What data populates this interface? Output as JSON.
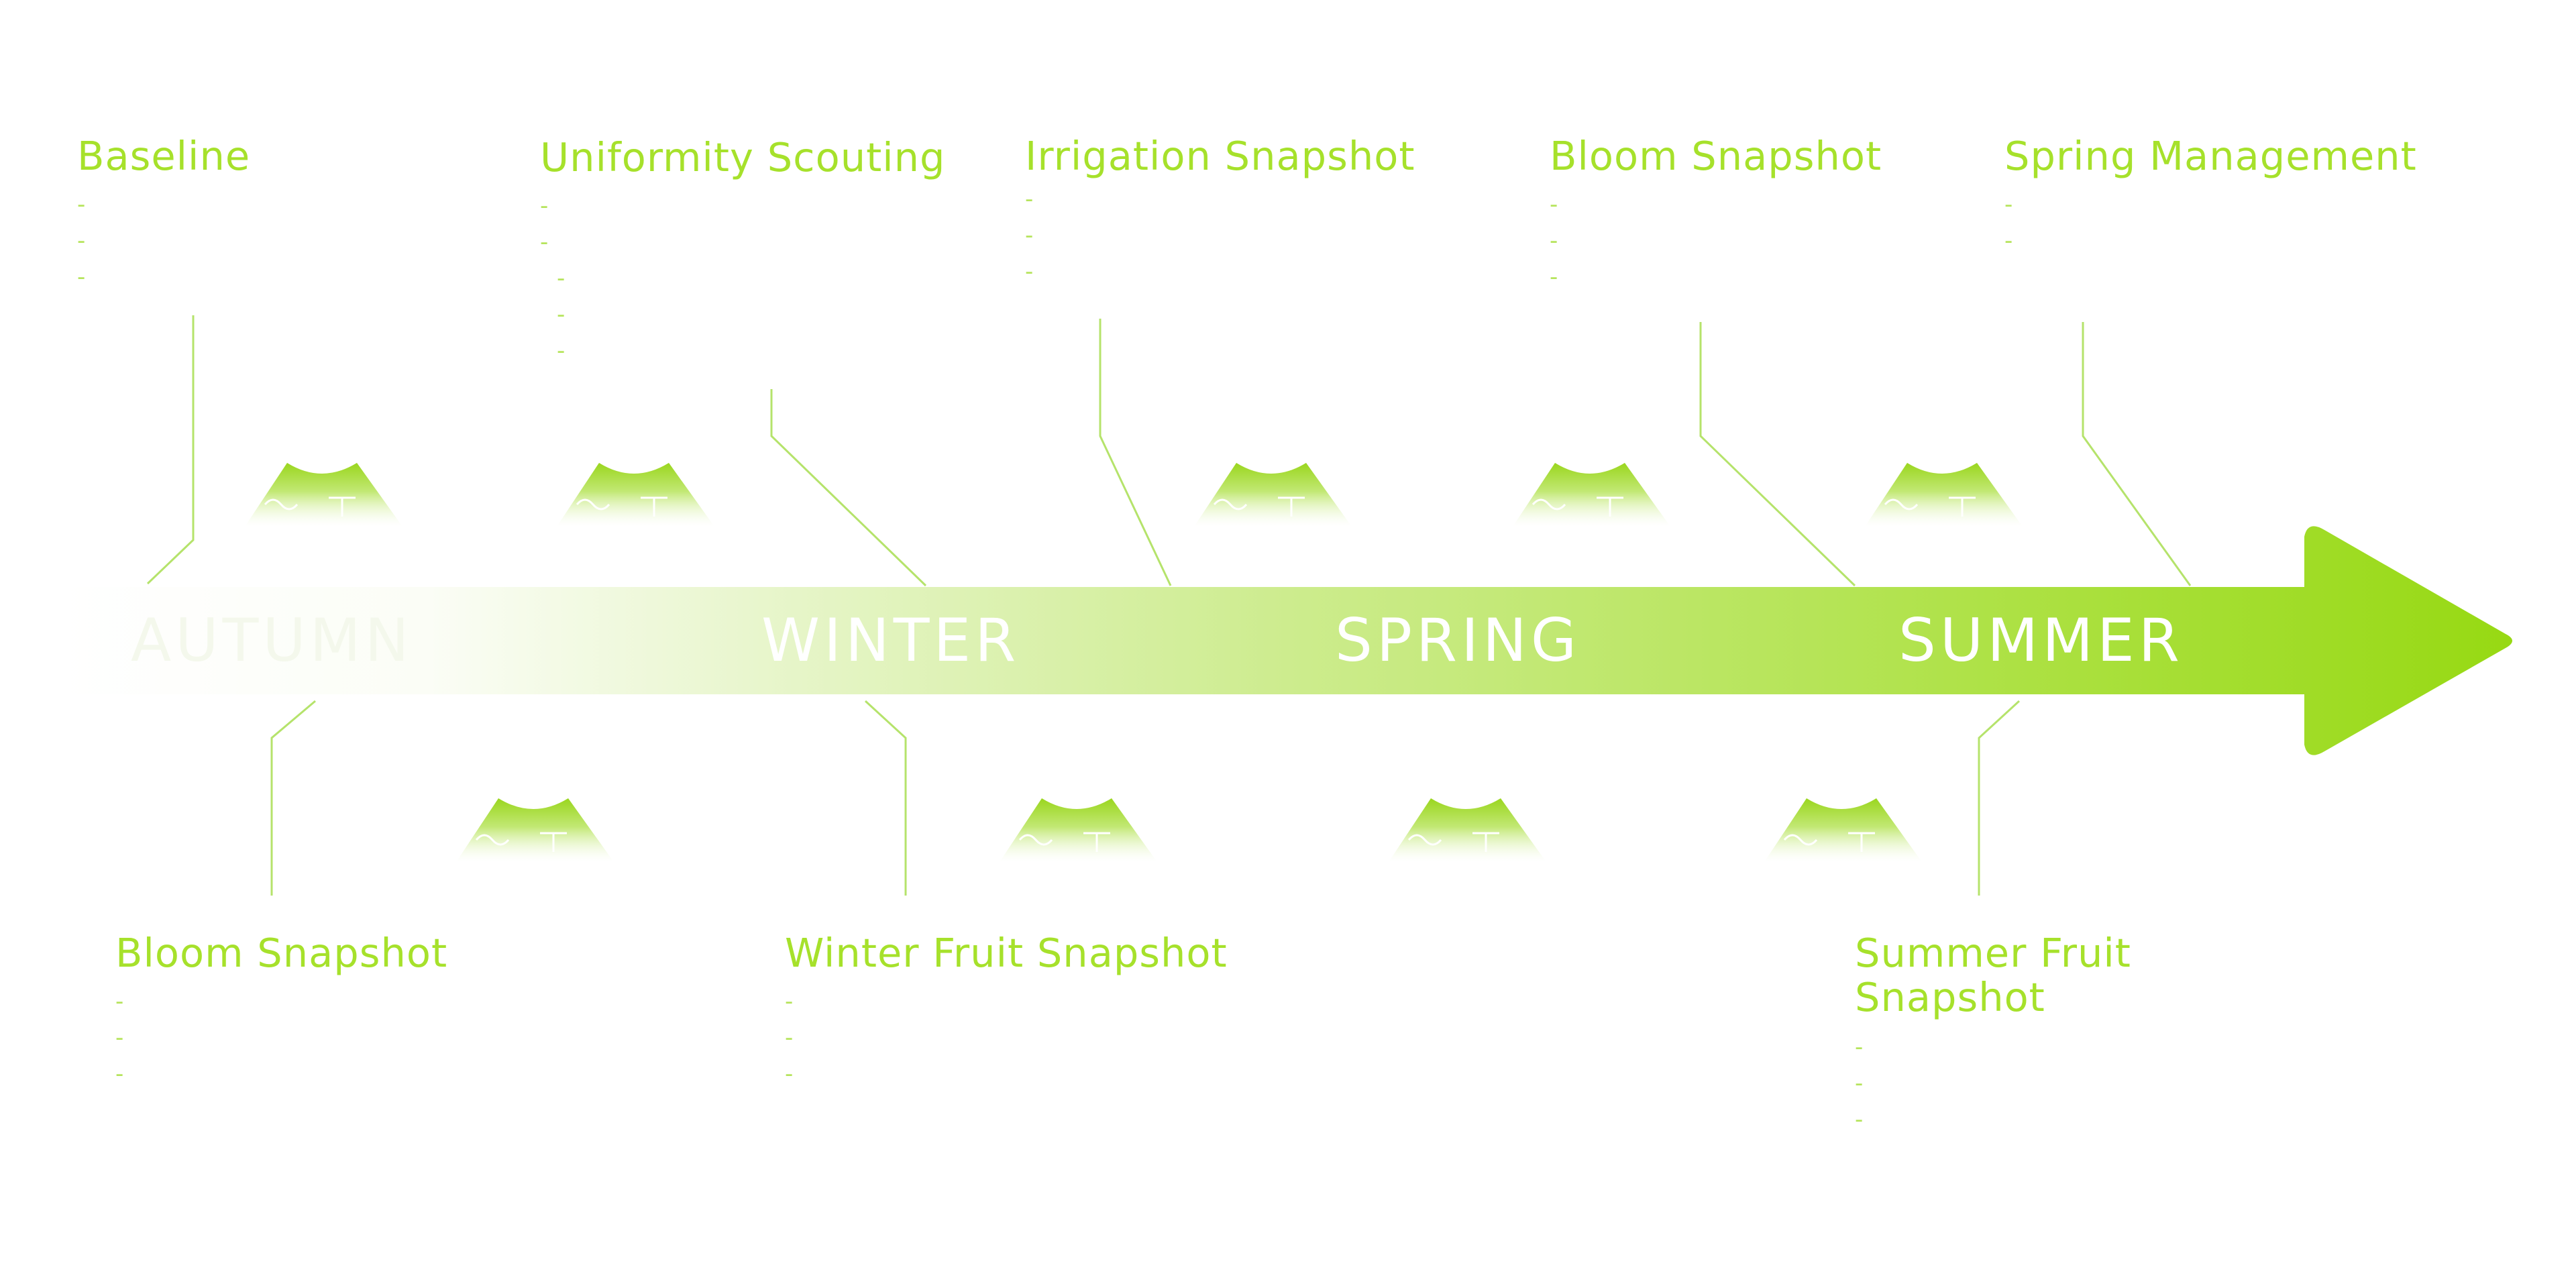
{
  "seasons": [
    "AUTUMN",
    "WINTER",
    "SPRING",
    "SUMMER"
  ],
  "top_items": [
    {
      "title": "Baseline",
      "bullets": [
        "-",
        "-",
        "-"
      ]
    },
    {
      "title": "Uniformity Scouting",
      "bullets": [
        "-",
        "-",
        "-",
        "-",
        "-"
      ]
    },
    {
      "title": "Irrigation Snapshot",
      "bullets": [
        "-",
        "-",
        "-"
      ]
    },
    {
      "title": "Bloom Snapshot",
      "bullets": [
        "-",
        "-",
        "-"
      ]
    },
    {
      "title": "Spring Management",
      "bullets": [
        "-",
        "-"
      ]
    }
  ],
  "bottom_items": [
    {
      "title": "Bloom Snapshot",
      "bullets": [
        "-",
        "-",
        "-"
      ]
    },
    {
      "title": "Winter Fruit Snapshot",
      "bullets": [
        "-",
        "-",
        "-"
      ]
    },
    {
      "title": "Summer Fruit\nSnapshot",
      "bullets": [
        "-",
        "-",
        "-"
      ]
    }
  ],
  "colors": {
    "accent": "#9ad61e",
    "label": "#a6e12b",
    "line": "#b5e36b"
  },
  "icons": [
    "field-mound-icon"
  ]
}
